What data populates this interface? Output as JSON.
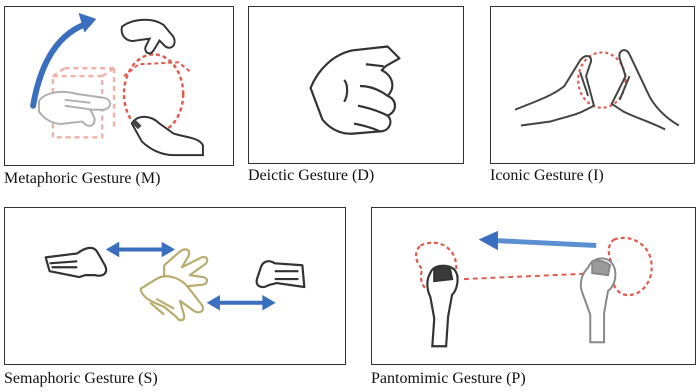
{
  "panels": {
    "metaphoric": {
      "caption": "Metaphoric Gesture (M)"
    },
    "deictic": {
      "caption": "Deictic Gesture (D)"
    },
    "iconic": {
      "caption": "Iconic Gesture (I)"
    },
    "semaphoric": {
      "caption": "Semaphoric Gesture (S)"
    },
    "pantomimic": {
      "caption": "Pantomimic Gesture (P)"
    }
  },
  "colors": {
    "arrow_blue": "#3a6fc0",
    "dashed_red": "#e05a4e",
    "hand_dark": "#333333",
    "hand_faded": "#b0b0b0",
    "hand_khaki": "#b8ad6e",
    "skin_fill": "#ffffff"
  }
}
